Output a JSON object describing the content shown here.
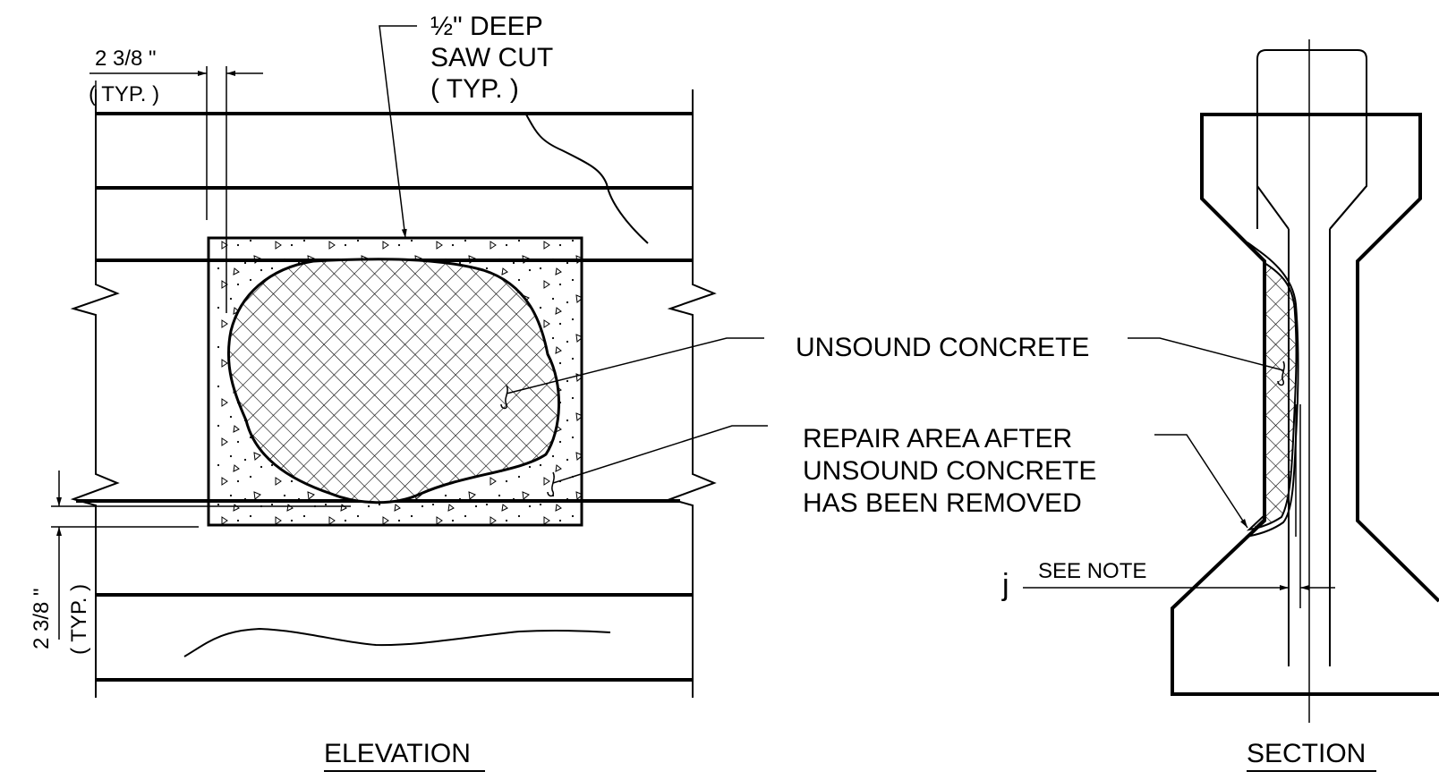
{
  "elevation": {
    "title": "ELEVATION",
    "saw_cut_note": [
      "½\" DEEP",
      "SAW CUT",
      "( TYP. )"
    ],
    "dim_top": [
      "2 3/8 \"",
      "( TYP. )"
    ],
    "dim_left": [
      "2 3/8 \"",
      "( TYP. )"
    ]
  },
  "callouts": {
    "unsound": "UNSOUND CONCRETE",
    "repair": [
      "REPAIR AREA AFTER",
      "UNSOUND CONCRETE",
      "HAS BEEN REMOVED"
    ]
  },
  "section": {
    "title": "SECTION",
    "see_note": "SEE NOTE",
    "j_symbol": "j"
  }
}
